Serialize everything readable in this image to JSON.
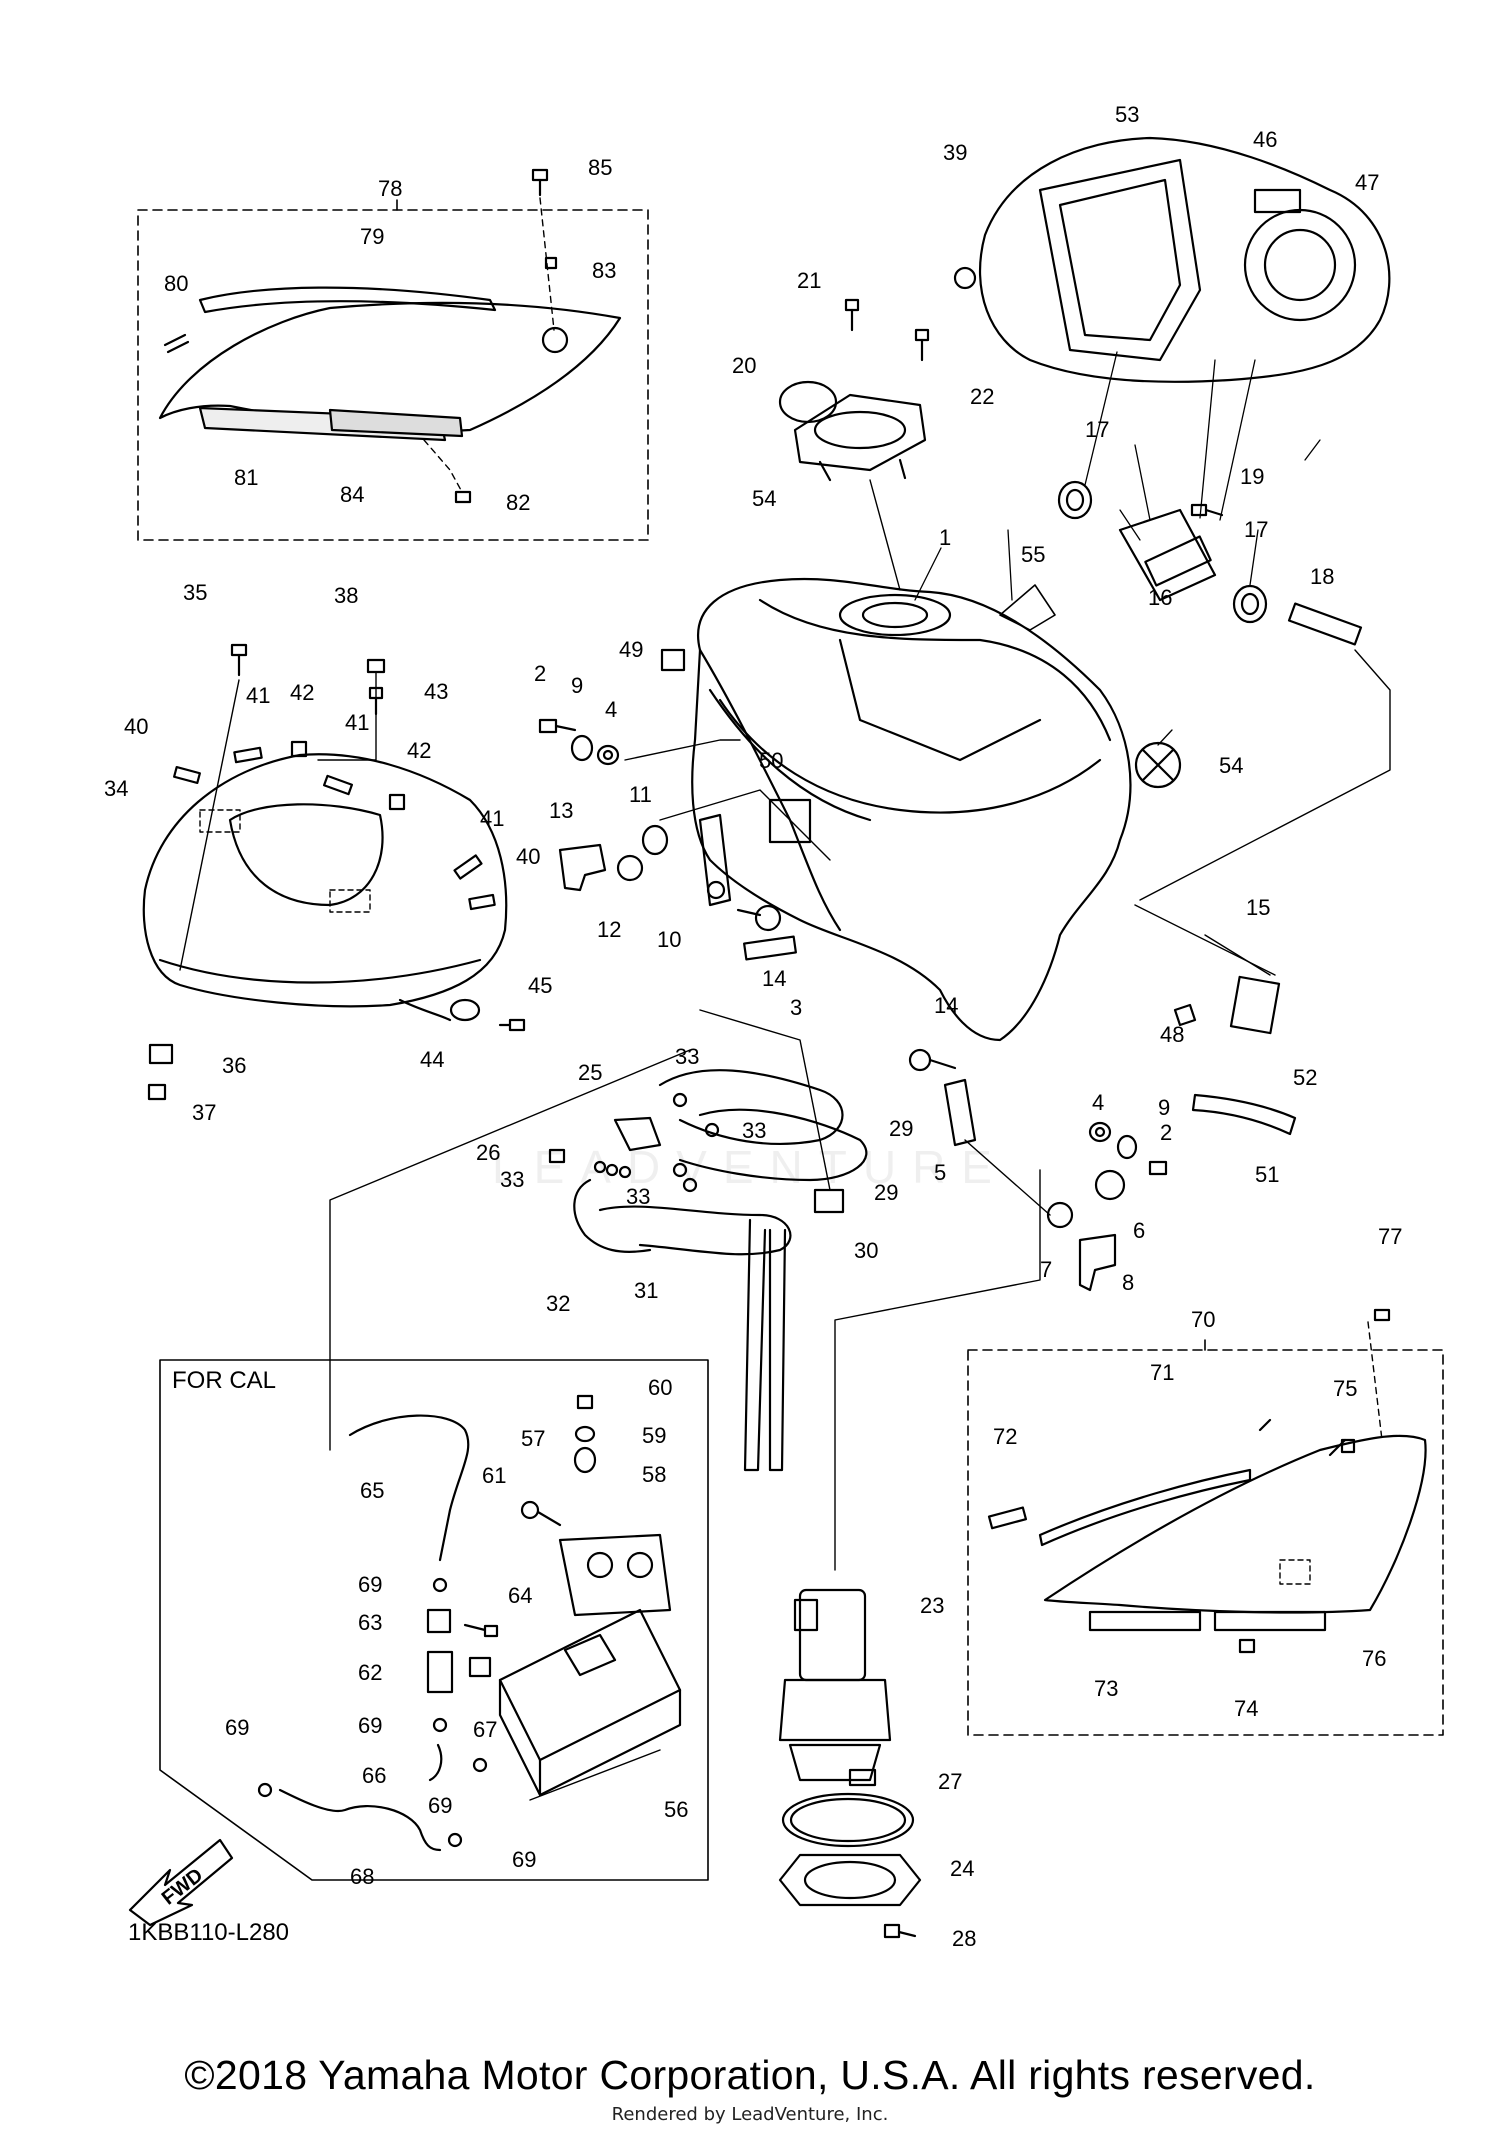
{
  "diagram": {
    "code": "1KBB110-L280",
    "box_for_cal_label": "FOR CAL",
    "fwd_label": "FWD",
    "watermark": "LEADVENTURE",
    "copyright": "©2018 Yamaha Motor Corporation, U.S.A. All rights reserved.",
    "rendered_by": "Rendered by LeadVenture, Inc.",
    "callouts": [
      "1",
      "2",
      "2",
      "3",
      "4",
      "4",
      "5",
      "6",
      "7",
      "8",
      "9",
      "9",
      "10",
      "11",
      "12",
      "13",
      "14",
      "14",
      "15",
      "16",
      "17",
      "17",
      "18",
      "19",
      "20",
      "21",
      "22",
      "23",
      "24",
      "25",
      "26",
      "27",
      "28",
      "29",
      "29",
      "30",
      "31",
      "32",
      "33",
      "33",
      "33",
      "33",
      "34",
      "35",
      "36",
      "37",
      "38",
      "39",
      "40",
      "40",
      "41",
      "41",
      "41",
      "42",
      "42",
      "43",
      "44",
      "45",
      "46",
      "47",
      "48",
      "49",
      "50",
      "51",
      "52",
      "53",
      "54",
      "54",
      "55",
      "56",
      "57",
      "58",
      "59",
      "60",
      "61",
      "62",
      "63",
      "64",
      "65",
      "66",
      "67",
      "68",
      "69",
      "69",
      "69",
      "69",
      "69",
      "70",
      "71",
      "72",
      "73",
      "74",
      "75",
      "76",
      "77",
      "78",
      "79",
      "80",
      "81",
      "82",
      "83",
      "84",
      "85"
    ]
  }
}
